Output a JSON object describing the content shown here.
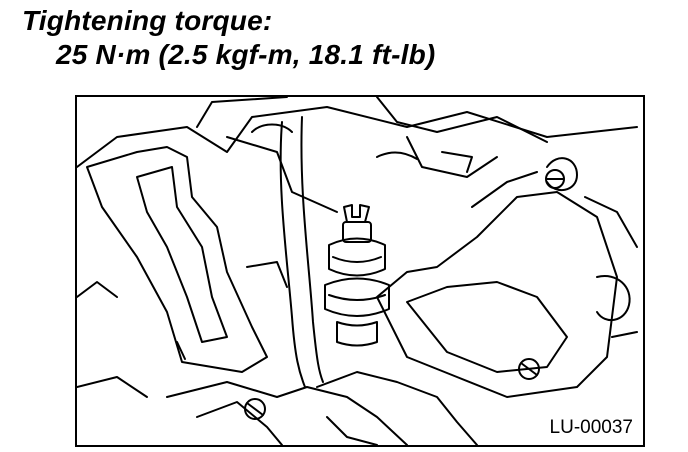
{
  "heading": {
    "label": "Tightening torque:",
    "value": "25 N·m (2.5 kgf-m, 18.1 ft-lb)"
  },
  "figure": {
    "id_label": "LU-00037"
  }
}
